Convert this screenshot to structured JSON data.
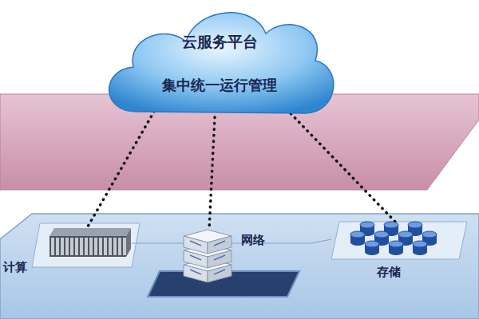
{
  "diagram": {
    "nodes": [
      {
        "text": [
          "云服务平台",
          "集中统一运行管理"
        ]
      },
      {
        "text": [
          "计算"
        ]
      },
      {
        "text": [
          "网络"
        ]
      },
      {
        "text": [
          "存储"
        ]
      }
    ],
    "edges": [
      {
        "from": 0,
        "to": 1,
        "arrow": "none"
      },
      {
        "from": 0,
        "to": 2,
        "arrow": "none"
      },
      {
        "from": 0,
        "to": 3,
        "arrow": "none"
      }
    ]
  }
}
